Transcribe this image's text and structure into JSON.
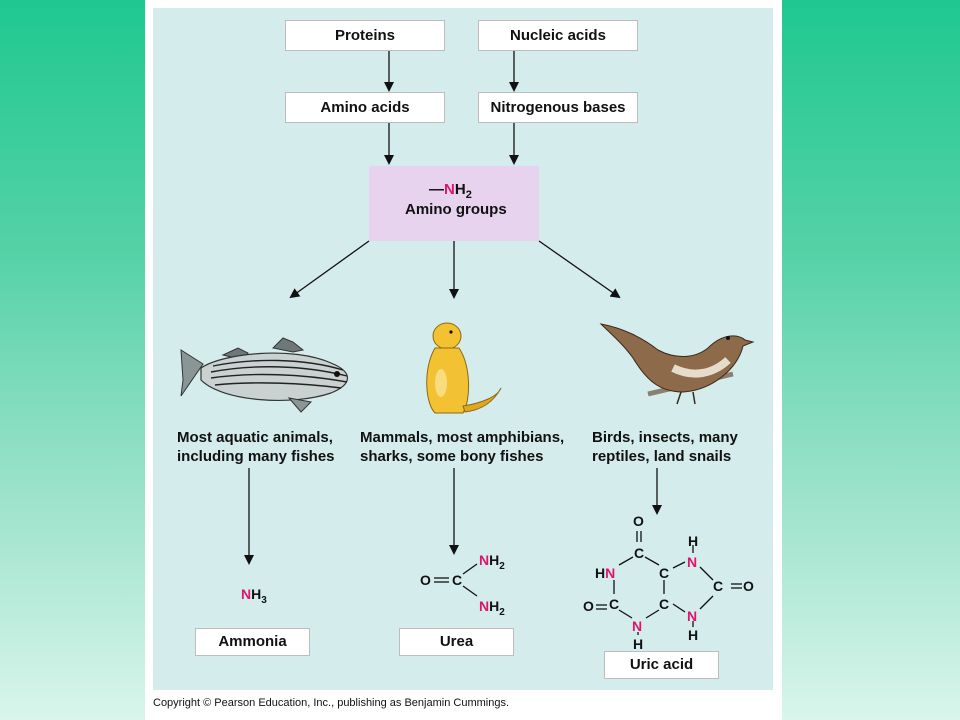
{
  "sources": {
    "proteins": "Proteins",
    "nucleic_acids": "Nucleic acids",
    "amino_acids": "Amino acids",
    "nitrogenous_bases": "Nitrogenous bases"
  },
  "amino_groups": {
    "formula_dash": "—",
    "formula_n": "N",
    "formula_h": "H",
    "formula_sub": "2",
    "label": "Amino groups"
  },
  "groups": [
    {
      "line1": "Most aquatic animals,",
      "line2": "including many fishes",
      "product": "Ammonia"
    },
    {
      "line1": "Mammals, most amphibians,",
      "line2": "sharks, some bony fishes",
      "product": "Urea"
    },
    {
      "line1": "Birds, insects, many",
      "line2": "reptiles, land snails",
      "product": "Uric acid"
    }
  ],
  "ammonia": {
    "n": "N",
    "h": "H",
    "sub": "3"
  },
  "colors": {
    "nitrogen": "#e0136d",
    "amino_box": "#e7d3ee",
    "panel": "#d5ecec"
  },
  "copyright": "Copyright © Pearson Education, Inc., publishing as Benjamin Cummings."
}
